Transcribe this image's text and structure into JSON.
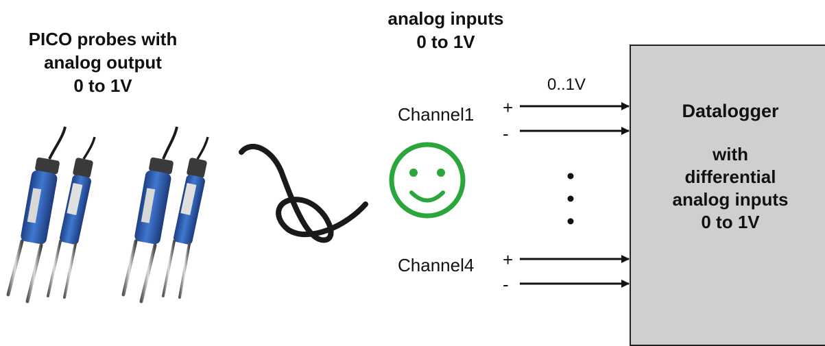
{
  "probes": {
    "title_lines": [
      "PICO probes with",
      "analog output",
      "0 to 1V"
    ]
  },
  "inputs": {
    "title_lines": [
      "analog inputs",
      "0 to 1V"
    ],
    "voltage_label": "0..1V",
    "channels": [
      {
        "label": "Channel1",
        "plus": "+",
        "minus": "-"
      },
      {
        "label": "Channel4",
        "plus": "+",
        "minus": "-"
      }
    ]
  },
  "logger": {
    "title": "Datalogger",
    "desc_lines": [
      "with",
      "differential",
      "analog inputs",
      "0 to 1V"
    ]
  },
  "colors": {
    "probe_blue": "#2b5fb4",
    "smiley_green": "#2aa63c",
    "logger_fill": "#cfcfcf"
  },
  "icons": [
    "smiley-icon",
    "cable-loop",
    "probe-image"
  ]
}
